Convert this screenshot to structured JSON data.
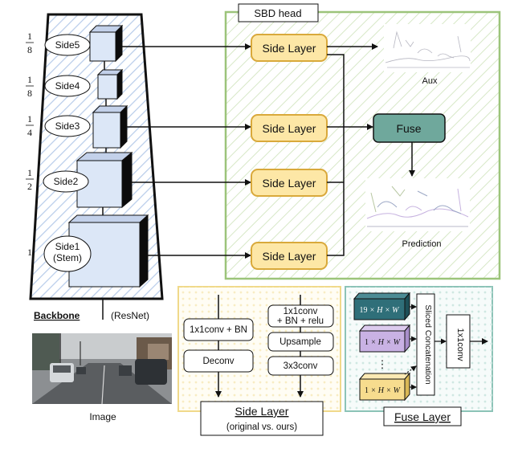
{
  "backbone": {
    "title": "Backbone",
    "subtitle": "(ResNet)",
    "sides": [
      {
        "label": "Side5",
        "fraction_num": "1",
        "fraction_den": "8"
      },
      {
        "label": "Side4",
        "fraction_num": "1",
        "fraction_den": "8"
      },
      {
        "label": "Side3",
        "fraction_num": "1",
        "fraction_den": "4"
      },
      {
        "label": "Side2",
        "fraction_num": "1",
        "fraction_den": "2"
      },
      {
        "label_line1": "Side1",
        "label_line2": "(Stem)",
        "fraction": "1"
      }
    ]
  },
  "image_label": "Image",
  "sbd_head": {
    "title": "SBD head",
    "side_layer_label": "Side Layer",
    "fuse_label": "Fuse",
    "aux_label": "Aux",
    "prediction_label": "Prediction"
  },
  "side_layer_panel": {
    "title": "Side Layer",
    "subtitle": "(original vs. ours)",
    "original": [
      "1x1conv + BN",
      "Deconv"
    ],
    "ours": {
      "conv_line1": "1x1conv",
      "conv_line2": "+ BN + relu",
      "upsample": "Upsample",
      "conv3": "3x3conv"
    }
  },
  "fuse_panel": {
    "title": "Fuse Layer",
    "concat_label": "Sliced Concatenation",
    "conv_label": "1x1conv",
    "tensors": [
      {
        "channels": "19",
        "rest": " × H × W"
      },
      {
        "channels": "1",
        "rest": " × H × W"
      },
      {
        "channels": "1",
        "rest": " × H × W"
      }
    ],
    "ellipsis": "⋮"
  },
  "colors": {
    "sbd_border": "#9cc47a",
    "side_box_fill": "#fde7a6",
    "side_box_stroke": "#d9a93b",
    "fuse_fill": "#6fa89c",
    "cube_front": "#dce7f7",
    "cube_top": "#c3d1ea",
    "cube_side": "#0c0c0c",
    "tensor_teal": "#2f6f79",
    "tensor_purple": "#c9b2e4",
    "tensor_yellow": "#f7dc8e"
  }
}
